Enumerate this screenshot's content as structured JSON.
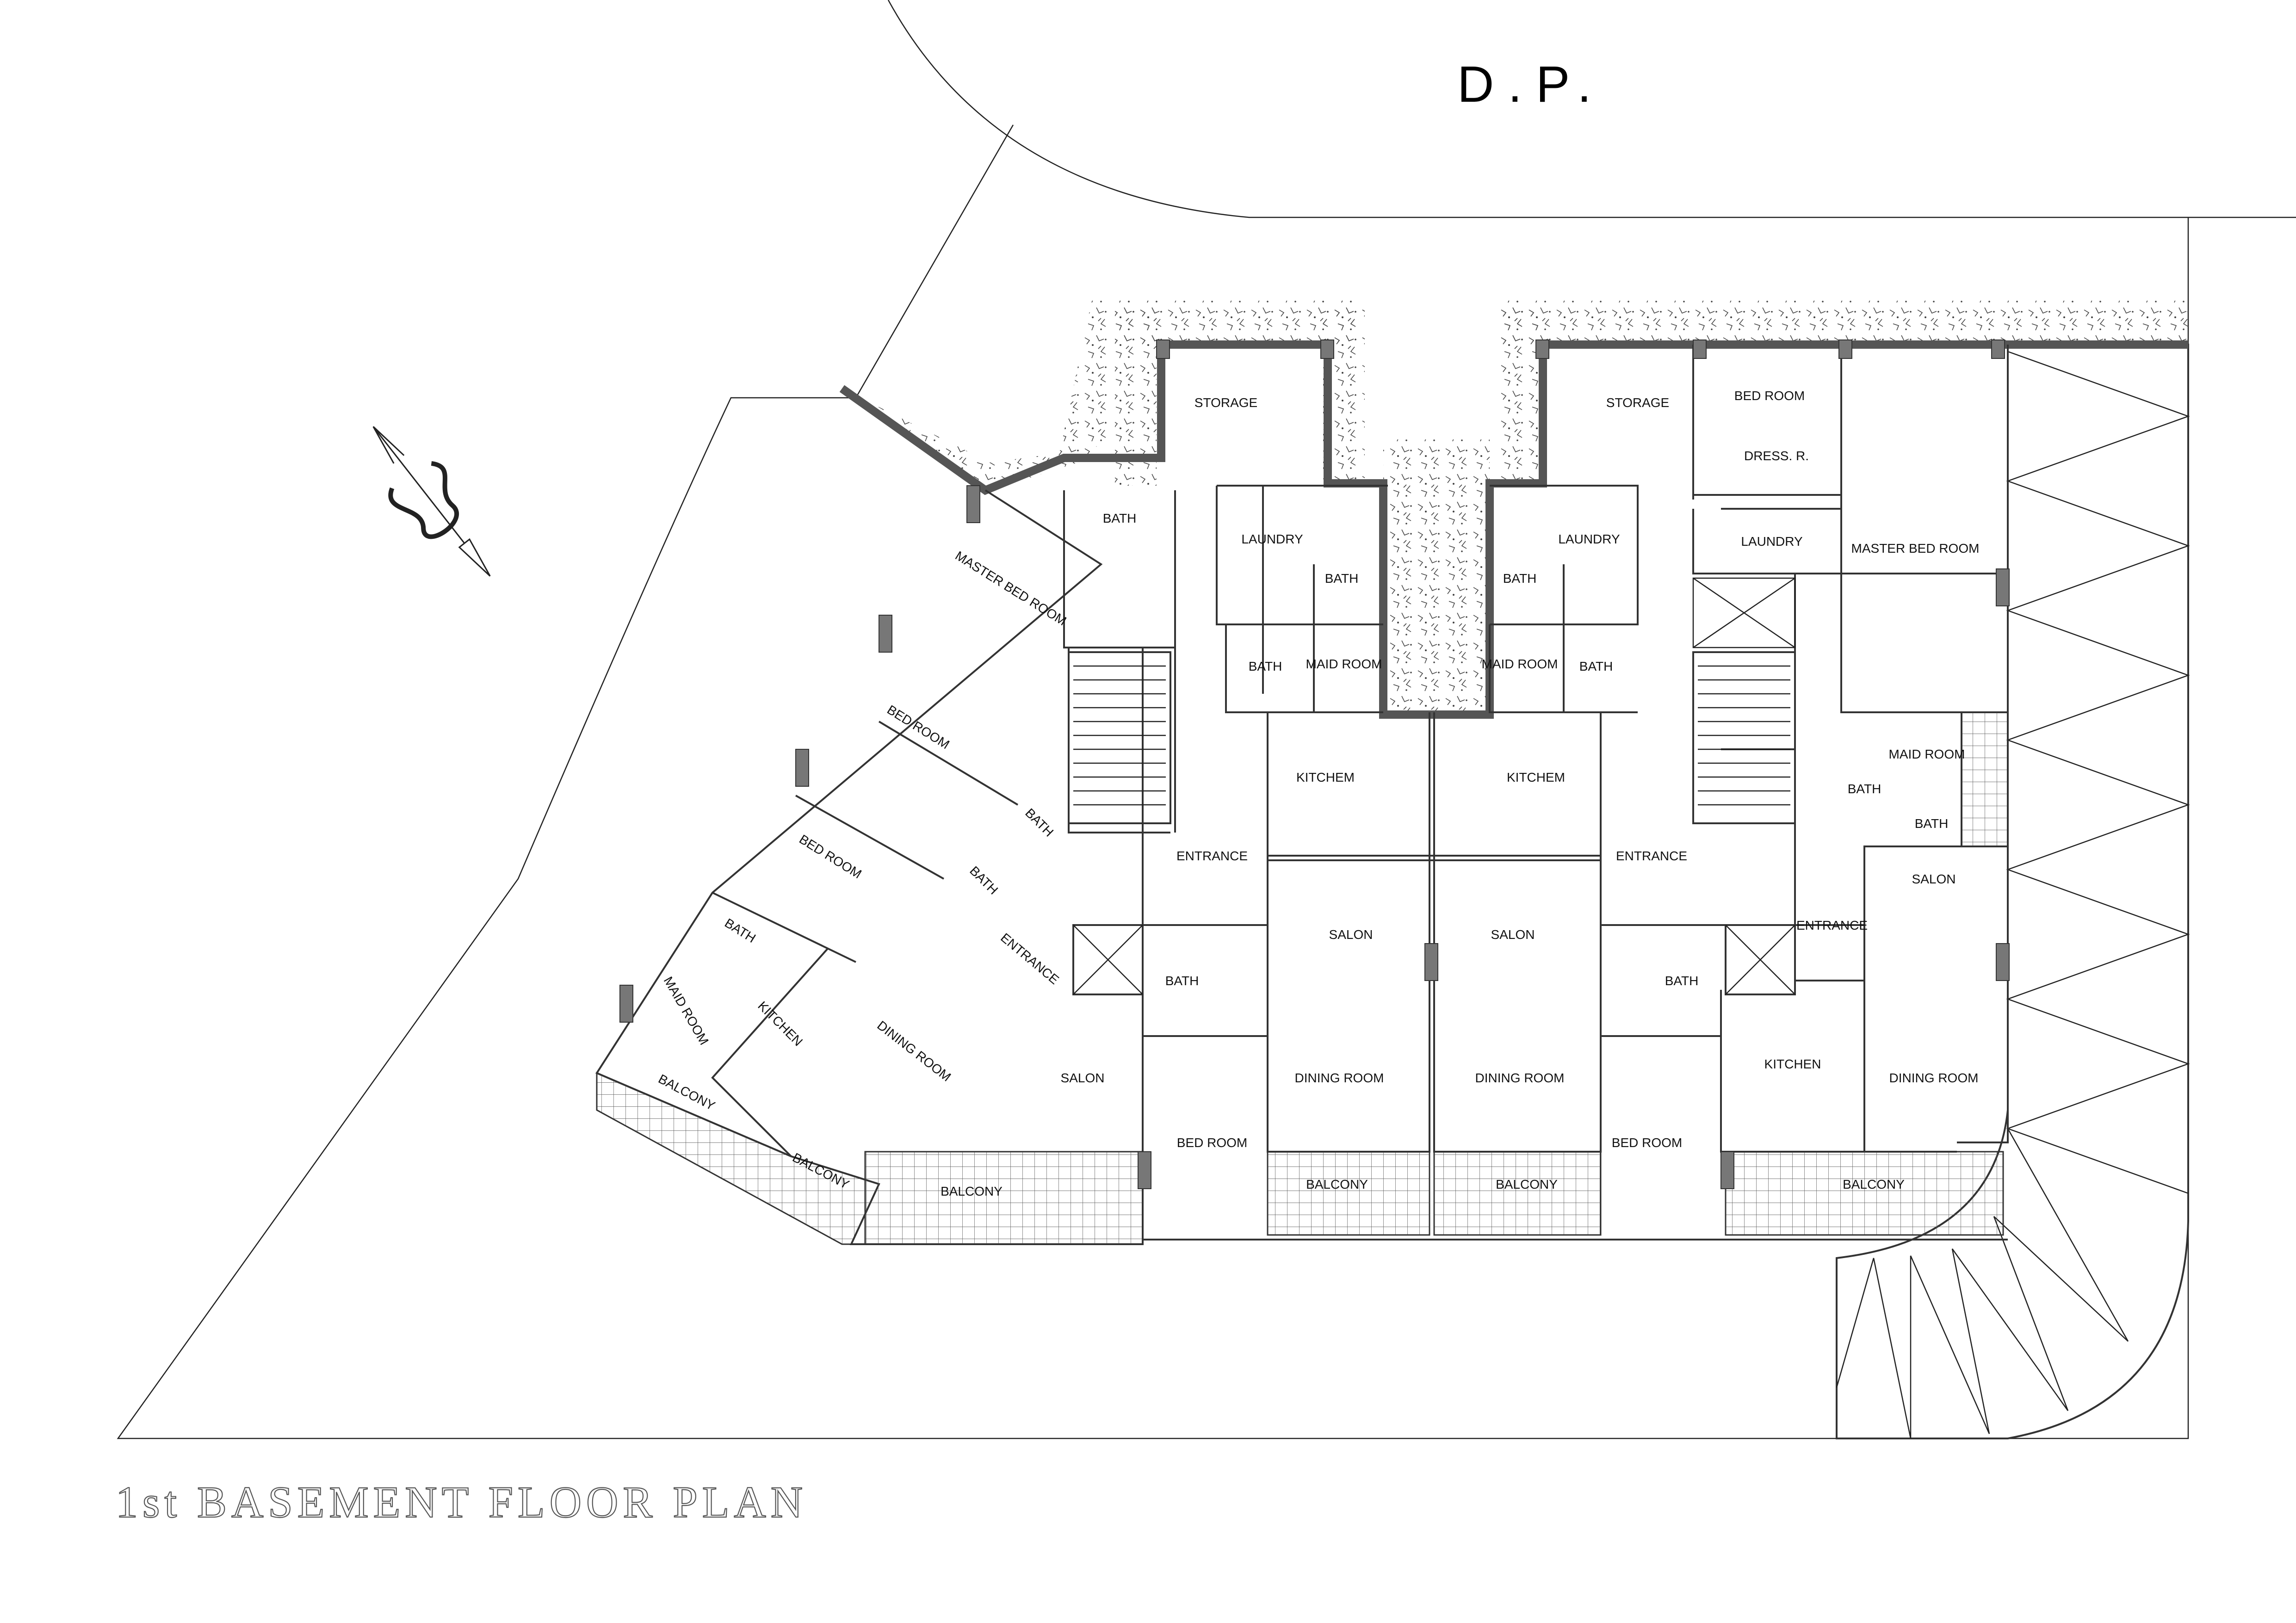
{
  "drawing": {
    "header": "D.P.",
    "title": "1st BASEMENT FLOOR PLAN"
  },
  "rooms": [
    {
      "id": "storage_1",
      "label": "STORAGE"
    },
    {
      "id": "storage_2",
      "label": "STORAGE"
    },
    {
      "id": "bath_a",
      "label": "BATH"
    },
    {
      "id": "laundry_1",
      "label": "LAUNDRY"
    },
    {
      "id": "laundry_2",
      "label": "LAUNDRY"
    },
    {
      "id": "laundry_3",
      "label": "LAUNDRY"
    },
    {
      "id": "bath_b",
      "label": "BATH"
    },
    {
      "id": "bath_c",
      "label": "BATH"
    },
    {
      "id": "maid_1",
      "label": "MAID ROOM"
    },
    {
      "id": "maid_2",
      "label": "MAID ROOM"
    },
    {
      "id": "bath_d",
      "label": "BATH"
    },
    {
      "id": "bath_e",
      "label": "BATH"
    },
    {
      "id": "bed_right_top",
      "label": "BED ROOM"
    },
    {
      "id": "dress",
      "label": "DRESS. R."
    },
    {
      "id": "master_right",
      "label": "MASTER BED ROOM"
    },
    {
      "id": "master_left",
      "label": "MASTER BED ROOM"
    },
    {
      "id": "bed_l1",
      "label": "BED ROOM"
    },
    {
      "id": "bed_l2",
      "label": "BED ROOM"
    },
    {
      "id": "bath_l1",
      "label": "BATH"
    },
    {
      "id": "bath_l2",
      "label": "BATH"
    },
    {
      "id": "bath_l3",
      "label": "BATH"
    },
    {
      "id": "maid_l",
      "label": "MAID ROOM"
    },
    {
      "id": "kitchen_l",
      "label": "KITCHEN"
    },
    {
      "id": "entrance_l",
      "label": "ENTRANCE"
    },
    {
      "id": "dining_l",
      "label": "DINING ROOM"
    },
    {
      "id": "salon_l",
      "label": "SALON"
    },
    {
      "id": "kitchem_1",
      "label": "KITCHEM"
    },
    {
      "id": "kitchem_2",
      "label": "KITCHEM"
    },
    {
      "id": "entrance_2",
      "label": "ENTRANCE"
    },
    {
      "id": "entrance_3",
      "label": "ENTRANCE"
    },
    {
      "id": "entrance_4",
      "label": "ENTRANCE"
    },
    {
      "id": "salon_2",
      "label": "SALON"
    },
    {
      "id": "salon_3",
      "label": "SALON"
    },
    {
      "id": "salon_4",
      "label": "SALON"
    },
    {
      "id": "bath_f",
      "label": "BATH"
    },
    {
      "id": "bath_g",
      "label": "BATH"
    },
    {
      "id": "maid_r",
      "label": "MAID ROOM"
    },
    {
      "id": "bath_r1",
      "label": "BATH"
    },
    {
      "id": "bath_r2",
      "label": "BATH"
    },
    {
      "id": "dining_2",
      "label": "DINING ROOM"
    },
    {
      "id": "dining_3",
      "label": "DINING ROOM"
    },
    {
      "id": "dining_4",
      "label": "DINING ROOM"
    },
    {
      "id": "bed_b1",
      "label": "BED ROOM"
    },
    {
      "id": "bed_b2",
      "label": "BED ROOM"
    },
    {
      "id": "kitchen_r",
      "label": "KITCHEN"
    },
    {
      "id": "balcony_1",
      "label": "BALCONY"
    },
    {
      "id": "balcony_2",
      "label": "BALCONY"
    },
    {
      "id": "balcony_3",
      "label": "BALCONY"
    },
    {
      "id": "balcony_4",
      "label": "BALCONY"
    },
    {
      "id": "balcony_5",
      "label": "BALCONY"
    },
    {
      "id": "balcony_6",
      "label": "BALCONY"
    }
  ],
  "symbols": {
    "north_arrow": "north-arrow-icon"
  }
}
